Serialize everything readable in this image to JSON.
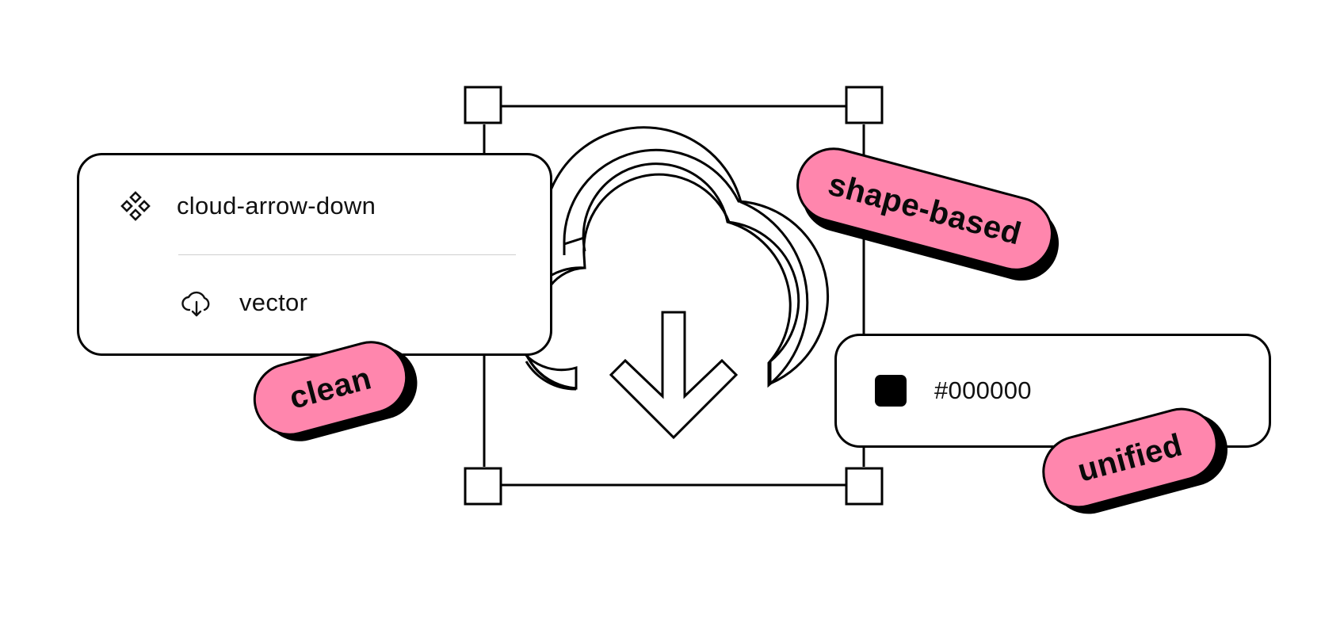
{
  "layer_panel": {
    "component_name": "cloud-arrow-down",
    "component_icon": "component-diamonds-icon",
    "layer_name": "vector",
    "layer_icon": "cloud-arrow-down-icon"
  },
  "fill_panel": {
    "color_value": "#000000",
    "swatch_color": "#000000"
  },
  "tags": {
    "clean": "clean",
    "shape_based": "shape-based",
    "unified": "unified"
  },
  "colors": {
    "tag_pink": "#ff86ad",
    "stroke": "#000000",
    "background": "#ffffff"
  },
  "illustration": {
    "subject": "cloud-arrow-down-icon",
    "selection_handles": 4
  }
}
